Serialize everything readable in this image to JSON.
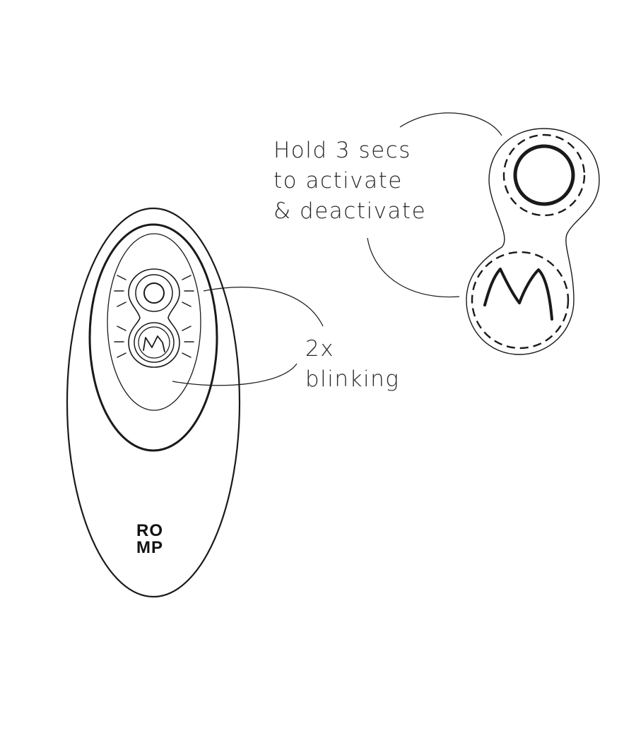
{
  "callout_top": {
    "lines": [
      "Hold 3 secs",
      "to activate",
      "& deactivate"
    ]
  },
  "callout_mid": {
    "lines": [
      "2x",
      "blinking"
    ]
  },
  "brand": {
    "lines": [
      "RO",
      "MP"
    ]
  },
  "icons": {
    "power": "power-button-ring-icon",
    "mode": "m-mode-letter-icon",
    "blink": "blink-rays-icon"
  },
  "colors": {
    "stroke": "#1a1a1a",
    "text": "#2a2a2a",
    "background": "#ffffff"
  }
}
